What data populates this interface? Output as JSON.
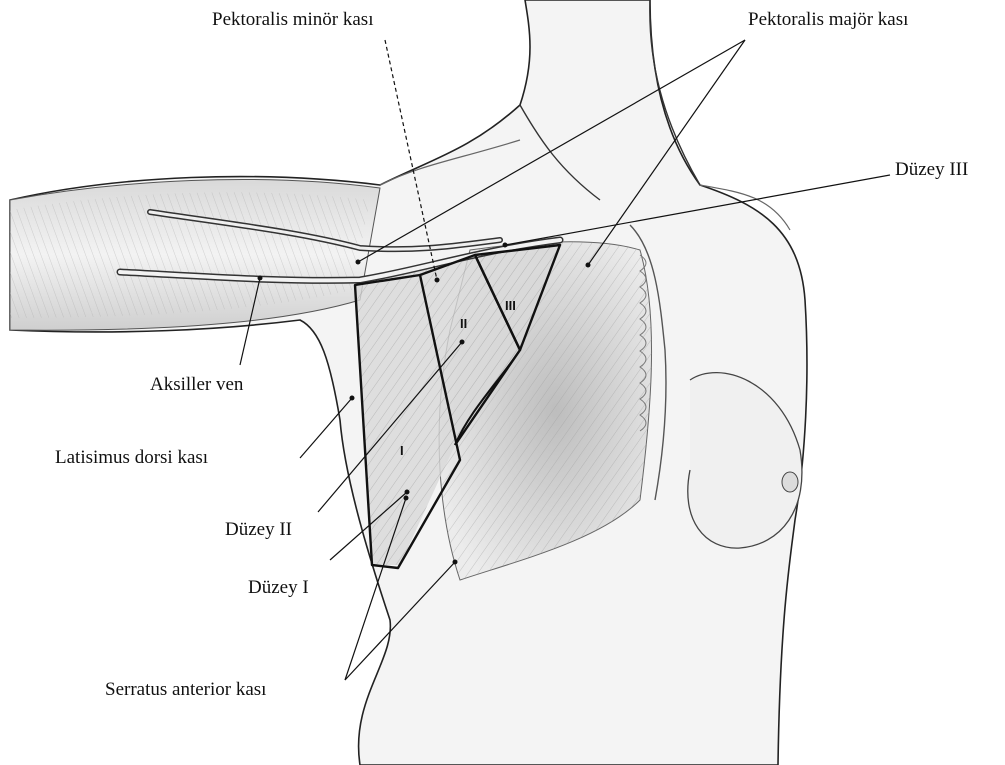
{
  "labels": {
    "pectoralis_minor": "Pektoralis minör kası",
    "pectoralis_major": "Pektoralis majör kası",
    "level_3": "Düzey III",
    "axillary_vein": "Aksiller ven",
    "latissimus_dorsi": "Latisimus dorsi kası",
    "level_2": "Düzey II",
    "level_1": "Düzey I",
    "serratus_anterior": "Serratus anterior kası"
  },
  "regions": {
    "level_1_numeral": "I",
    "level_2_numeral": "II",
    "level_3_numeral": "III"
  },
  "colors": {
    "ink": "#111111",
    "skin_shade": "#e6e6e6",
    "muscle_shade": "#cfcfcf",
    "background": "#ffffff"
  }
}
